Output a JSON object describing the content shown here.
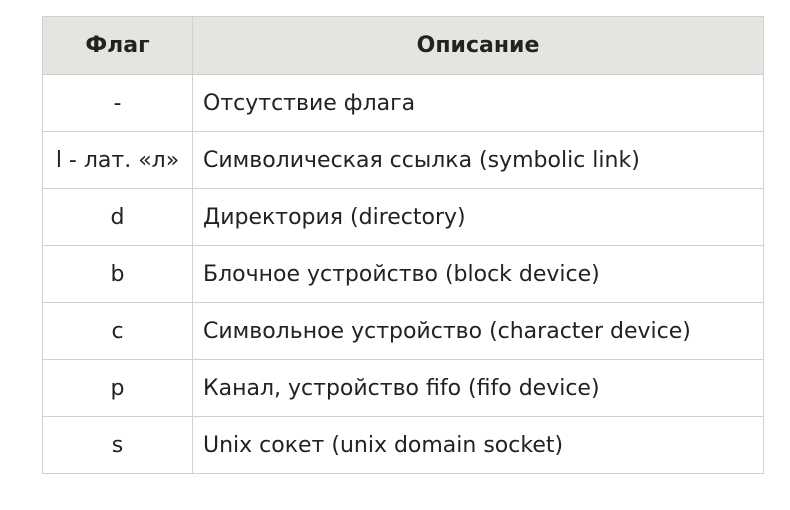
{
  "table": {
    "headers": [
      "Флаг",
      "Описание"
    ],
    "rows": [
      {
        "flag": "-",
        "description": "Отсутствие флага"
      },
      {
        "flag": "l - лат. «л»",
        "description": "Символическая ссылка (symbolic link)"
      },
      {
        "flag": "d",
        "description": "Директория (directory)"
      },
      {
        "flag": "b",
        "description": "Блочное устройство (block device)"
      },
      {
        "flag": "c",
        "description": "Символьное устройство (character device)"
      },
      {
        "flag": "p",
        "description": "Канал, устройство fifo (fifo device)"
      },
      {
        "flag": "s",
        "description": "Unix сокет (unix domain socket)"
      }
    ]
  }
}
